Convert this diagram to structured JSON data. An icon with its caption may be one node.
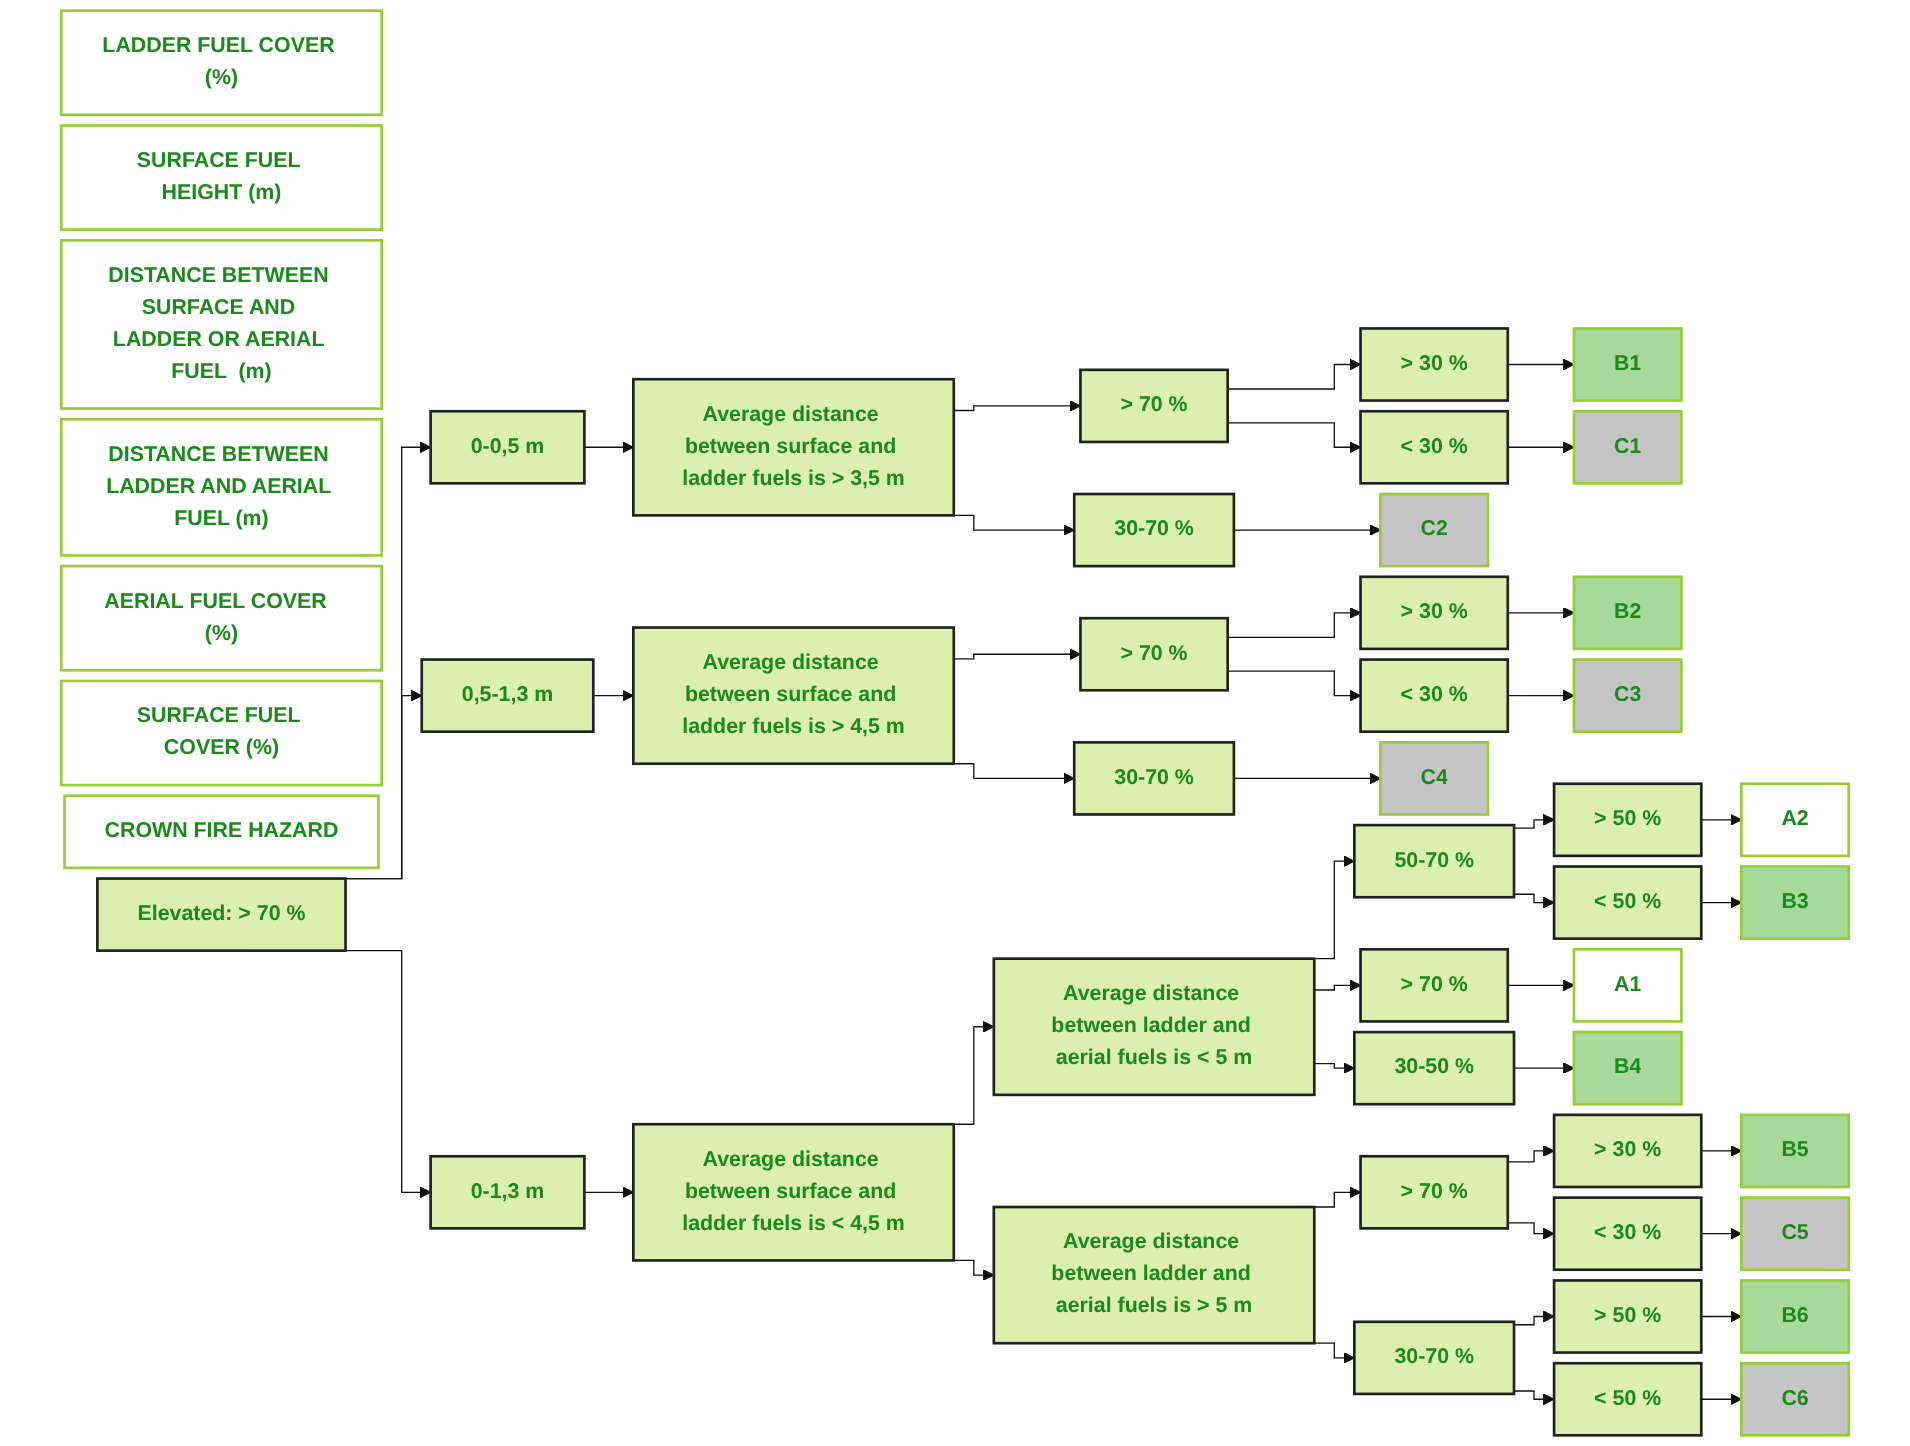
{
  "diagram": {
    "nodes": [
      {
        "text": [
          "LADDER FUEL COVER (%)"
        ]
      },
      {
        "text": [
          "SURFACE FUEL HEIGHT (m)"
        ]
      },
      {
        "text": [
          "DISTANCE BETWEEN SURFACE AND LADDER OR AERIAL FUEL  (m)"
        ]
      },
      {
        "text": [
          "DISTANCE BETWEEN LADDER AND AERIAL FUEL (m)"
        ]
      },
      {
        "text": [
          "AERIAL FUEL COVER  (%)"
        ]
      },
      {
        "text": [
          "SURFACE FUEL COVER (%)"
        ]
      },
      {
        "text": [
          "CROWN FIRE HAZARD"
        ]
      },
      {
        "text": [
          "Elevated: > 70 %"
        ]
      },
      {
        "text": [
          "0-0,5 m"
        ]
      },
      {
        "text": [
          "0,5-1,3 m"
        ]
      },
      {
        "text": [
          "0-1,3 m"
        ]
      },
      {
        "text": [
          "Average distance between surface and ladder fuels is > 3,5 m"
        ]
      },
      {
        "text": [
          "Average distance between surface and ladder fuels is > 4,5 m"
        ]
      },
      {
        "text": [
          "Average distance between surface and ladder fuels is < 4,5 m"
        ]
      },
      {
        "text": [
          "Average distance between ladder and aerial fuels is < 5 m"
        ]
      },
      {
        "text": [
          "Average distance between ladder and aerial fuels is > 5 m"
        ]
      },
      {
        "text": [
          "> 70 %"
        ]
      },
      {
        "text": [
          "30-70 %"
        ]
      },
      {
        "text": [
          "> 30 %"
        ]
      },
      {
        "text": [
          "< 30 %"
        ]
      },
      {
        "text": [
          "B1"
        ]
      },
      {
        "text": [
          "C1"
        ]
      },
      {
        "text": [
          "C2"
        ]
      },
      {
        "text": [
          "> 70 %"
        ]
      },
      {
        "text": [
          "30-70 %"
        ]
      },
      {
        "text": [
          "> 30 %"
        ]
      },
      {
        "text": [
          "< 30 %"
        ]
      },
      {
        "text": [
          "B2"
        ]
      },
      {
        "text": [
          "C3"
        ]
      },
      {
        "text": [
          "C4"
        ]
      },
      {
        "text": [
          "> 70 %"
        ]
      },
      {
        "text": [
          "50-70 %"
        ]
      },
      {
        "text": [
          "30-50 %"
        ]
      },
      {
        "text": [
          "> 50 %"
        ]
      },
      {
        "text": [
          "< 50 %"
        ]
      },
      {
        "text": [
          "A1"
        ]
      },
      {
        "text": [
          "A2"
        ]
      },
      {
        "text": [
          "B3"
        ]
      },
      {
        "text": [
          "B4"
        ]
      },
      {
        "text": [
          "> 70 %"
        ]
      },
      {
        "text": [
          "30-70 %"
        ]
      },
      {
        "text": [
          "> 30 %"
        ]
      },
      {
        "text": [
          "< 30 %"
        ]
      },
      {
        "text": [
          "> 50 %"
        ]
      },
      {
        "text": [
          "< 50 %"
        ]
      },
      {
        "text": [
          "B5"
        ]
      },
      {
        "text": [
          "C5"
        ]
      },
      {
        "text": [
          "B6"
        ]
      },
      {
        "text": [
          "C6"
        ]
      }
    ],
    "edges": [
      {
        "from": 7,
        "to": 8,
        "arrow": "to"
      },
      {
        "from": 7,
        "to": 9,
        "arrow": "to"
      },
      {
        "from": 7,
        "to": 10,
        "arrow": "to"
      },
      {
        "from": 8,
        "to": 11,
        "arrow": "to"
      },
      {
        "from": 9,
        "to": 12,
        "arrow": "to"
      },
      {
        "from": 10,
        "to": 13,
        "arrow": "to"
      },
      {
        "from": 13,
        "to": 14,
        "arrow": "to"
      },
      {
        "from": 13,
        "to": 15,
        "arrow": "to"
      },
      {
        "from": 11,
        "to": 16,
        "arrow": "to"
      },
      {
        "from": 11,
        "to": 17,
        "arrow": "to"
      },
      {
        "from": 16,
        "to": 18,
        "arrow": "to"
      },
      {
        "from": 16,
        "to": 19,
        "arrow": "to"
      },
      {
        "from": 18,
        "to": 20,
        "arrow": "to"
      },
      {
        "from": 19,
        "to": 21,
        "arrow": "to"
      },
      {
        "from": 17,
        "to": 22,
        "arrow": "to"
      },
      {
        "from": 12,
        "to": 23,
        "arrow": "to"
      },
      {
        "from": 12,
        "to": 24,
        "arrow": "to"
      },
      {
        "from": 23,
        "to": 25,
        "arrow": "to"
      },
      {
        "from": 23,
        "to": 26,
        "arrow": "to"
      },
      {
        "from": 25,
        "to": 27,
        "arrow": "to"
      },
      {
        "from": 26,
        "to": 28,
        "arrow": "to"
      },
      {
        "from": 24,
        "to": 29,
        "arrow": "to"
      },
      {
        "from": 14,
        "to": 30,
        "arrow": "to"
      },
      {
        "from": 14,
        "to": 31,
        "arrow": "to"
      },
      {
        "from": 14,
        "to": 32,
        "arrow": "to"
      },
      {
        "from": 31,
        "to": 33,
        "arrow": "to"
      },
      {
        "from": 31,
        "to": 34,
        "arrow": "to"
      },
      {
        "from": 30,
        "to": 35,
        "arrow": "to"
      },
      {
        "from": 33,
        "to": 36,
        "arrow": "to"
      },
      {
        "from": 34,
        "to": 37,
        "arrow": "to"
      },
      {
        "from": 32,
        "to": 38,
        "arrow": "to"
      },
      {
        "from": 15,
        "to": 39,
        "arrow": "to"
      },
      {
        "from": 15,
        "to": 40,
        "arrow": "to"
      },
      {
        "from": 39,
        "to": 41,
        "arrow": "to"
      },
      {
        "from": 39,
        "to": 42,
        "arrow": "to"
      },
      {
        "from": 40,
        "to": 43,
        "arrow": "to"
      },
      {
        "from": 40,
        "to": 44,
        "arrow": "to"
      },
      {
        "from": 41,
        "to": 45,
        "arrow": "to"
      },
      {
        "from": 42,
        "to": 46,
        "arrow": "to"
      },
      {
        "from": 43,
        "to": 47,
        "arrow": "to"
      },
      {
        "from": 44,
        "to": 48,
        "arrow": "to"
      }
    ]
  }
}
